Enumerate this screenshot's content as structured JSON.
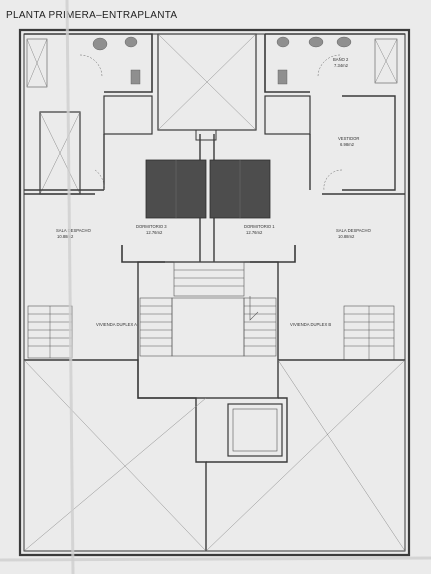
{
  "sheet": {
    "title": "PLANTA PRIMERA–ENTRAPLANTA"
  },
  "rooms": {
    "bano_2": {
      "name": "BAÑO 2",
      "area": "7.34m2"
    },
    "vestidor": {
      "name": "VESTIDOR",
      "area": "6.98m2"
    },
    "dormitorio_3": {
      "name": "DORMITORIO 3",
      "area": "12.76m2"
    },
    "dormitorio_1": {
      "name": "DORMITORIO 1",
      "area": "12.76m2"
    },
    "sala_despacho_left": {
      "name": "SALA DESPACHO",
      "area": "10.88m2"
    },
    "sala_despacho_right": {
      "name": "SALA DESPACHO",
      "area": "10.88m2"
    },
    "vivienda_a": {
      "name": "VIVIENDA DUPLEX A"
    },
    "vivienda_b": {
      "name": "VIVIENDA DUPLEX B"
    }
  },
  "colors": {
    "paper": "#ebebeb",
    "wall": "#3a3a3a",
    "bed": "#4d4d4d"
  }
}
